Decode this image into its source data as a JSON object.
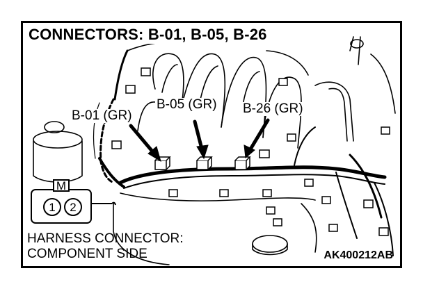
{
  "diagram": {
    "title": "CONNECTORS: B-01, B-05, B-26",
    "callouts": [
      {
        "id": "b01",
        "text": "B-01 (GR)"
      },
      {
        "id": "b05",
        "text": "B-05 (GR)"
      },
      {
        "id": "b26",
        "text": "B-26 (GR)"
      }
    ],
    "connector_face": {
      "key_letter": "M",
      "pins": [
        "1",
        "2"
      ]
    },
    "caption_line1": "HARNESS CONNECTOR:",
    "caption_line2": "COMPONENT SIDE",
    "figure_id": "AK400212AB"
  },
  "colors": {
    "line": "#000000",
    "background": "#ffffff"
  }
}
